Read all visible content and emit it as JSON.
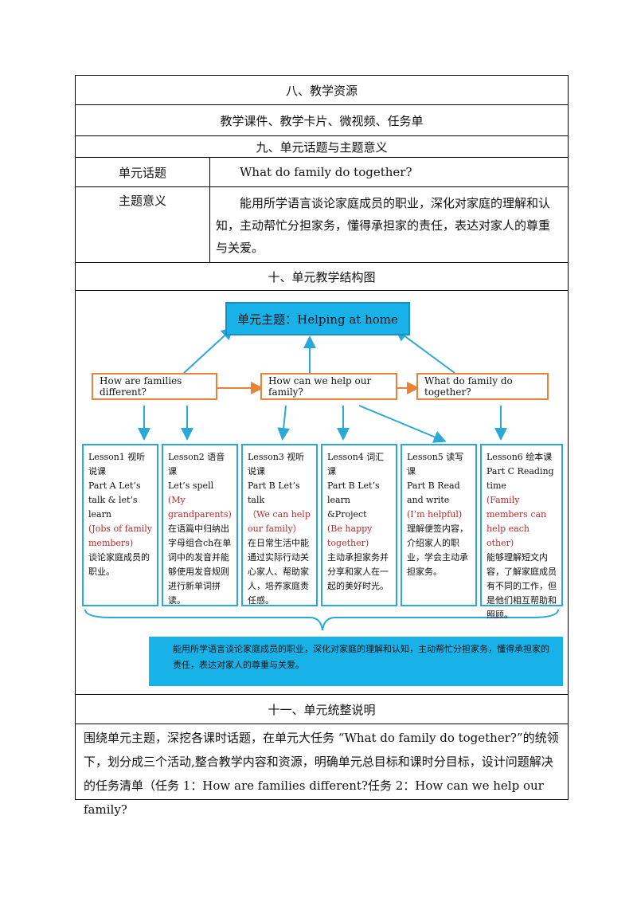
{
  "sections": {
    "resources_heading": "八、教学资源",
    "resources_content": "教学课件、教学卡片、微视频、任务单",
    "topic_heading": "九、单元话题与主题意义",
    "topic_label": "单元话题",
    "topic_value": "What do family do together?",
    "meaning_label": "主题意义",
    "meaning_value": "能用所学语言谈论家庭成员的职业，深化对家庭的理解和认知，主动帮忙分担家务，懂得承担家的责任，表达对家人的尊重与关爱。",
    "structure_heading": "十、单元教学结构图",
    "integration_heading": "十一、单元统整说明",
    "integration_text": "围绕单元主题，深挖各课时话题，在单元大任务 “What do family do together?”的统领下，划分成三个活动,整合教学内容和资源，明确单元总目标和课时分目标，设计问题解决的任务清单（任务 1：How are families different?任务 2：How can we help our family?"
  },
  "diagram": {
    "unit_theme": "单元主题：Helping at home",
    "questions": [
      "How are families different?",
      "How can we help our family?",
      "What do family do together?"
    ],
    "lessons": [
      {
        "title": "Lesson1 视听说课",
        "part": "Part A Let’s talk & let’s learn",
        "topic": "(Jobs of family members)",
        "desc": "谈论家庭成员的职业。"
      },
      {
        "title": "Lesson2 语音课",
        "part": "Let’s spell",
        "topic": "(My grandparents)",
        "desc": "在语篇中归纳出字母组合ch在单词中的发音并能够使用发音规则进行新单词拼读。"
      },
      {
        "title": "Lesson3 视听说课",
        "part": "Part B Let’s talk",
        "topic": "（We can help our family）",
        "desc": "在日常生活中能通过实际行动关心家人、帮助家人，培养家庭责任感。"
      },
      {
        "title": "Lesson4 词汇课",
        "part": "Part B Let’s learn &Project",
        "topic": "(Be happy together)",
        "desc": "主动承担家务并分享和家人在一起的美好时光。"
      },
      {
        "title": "Lesson5 读写课",
        "part": "Part B Read and write",
        "topic": "(I’m helpful)",
        "desc": "理解便签内容，介绍家人的职业，学会主动承担家务。"
      },
      {
        "title": "Lesson6 绘本课",
        "part": "Part C Reading time",
        "topic": "(Family members can help each other)",
        "desc": "能够理解短文内容，了解家庭成员有不同的工作，但是他们相互帮助和照顾。"
      }
    ],
    "summary": "能用所学语言谈论家庭成员的职业，深化对家庭的理解和认知，主动帮忙分担家务，懂得承担家的责任，表达对家人的尊重与关爱。",
    "colors": {
      "blue": "#19b2e8",
      "orange": "#e9833a",
      "red": "#c0282c"
    }
  }
}
